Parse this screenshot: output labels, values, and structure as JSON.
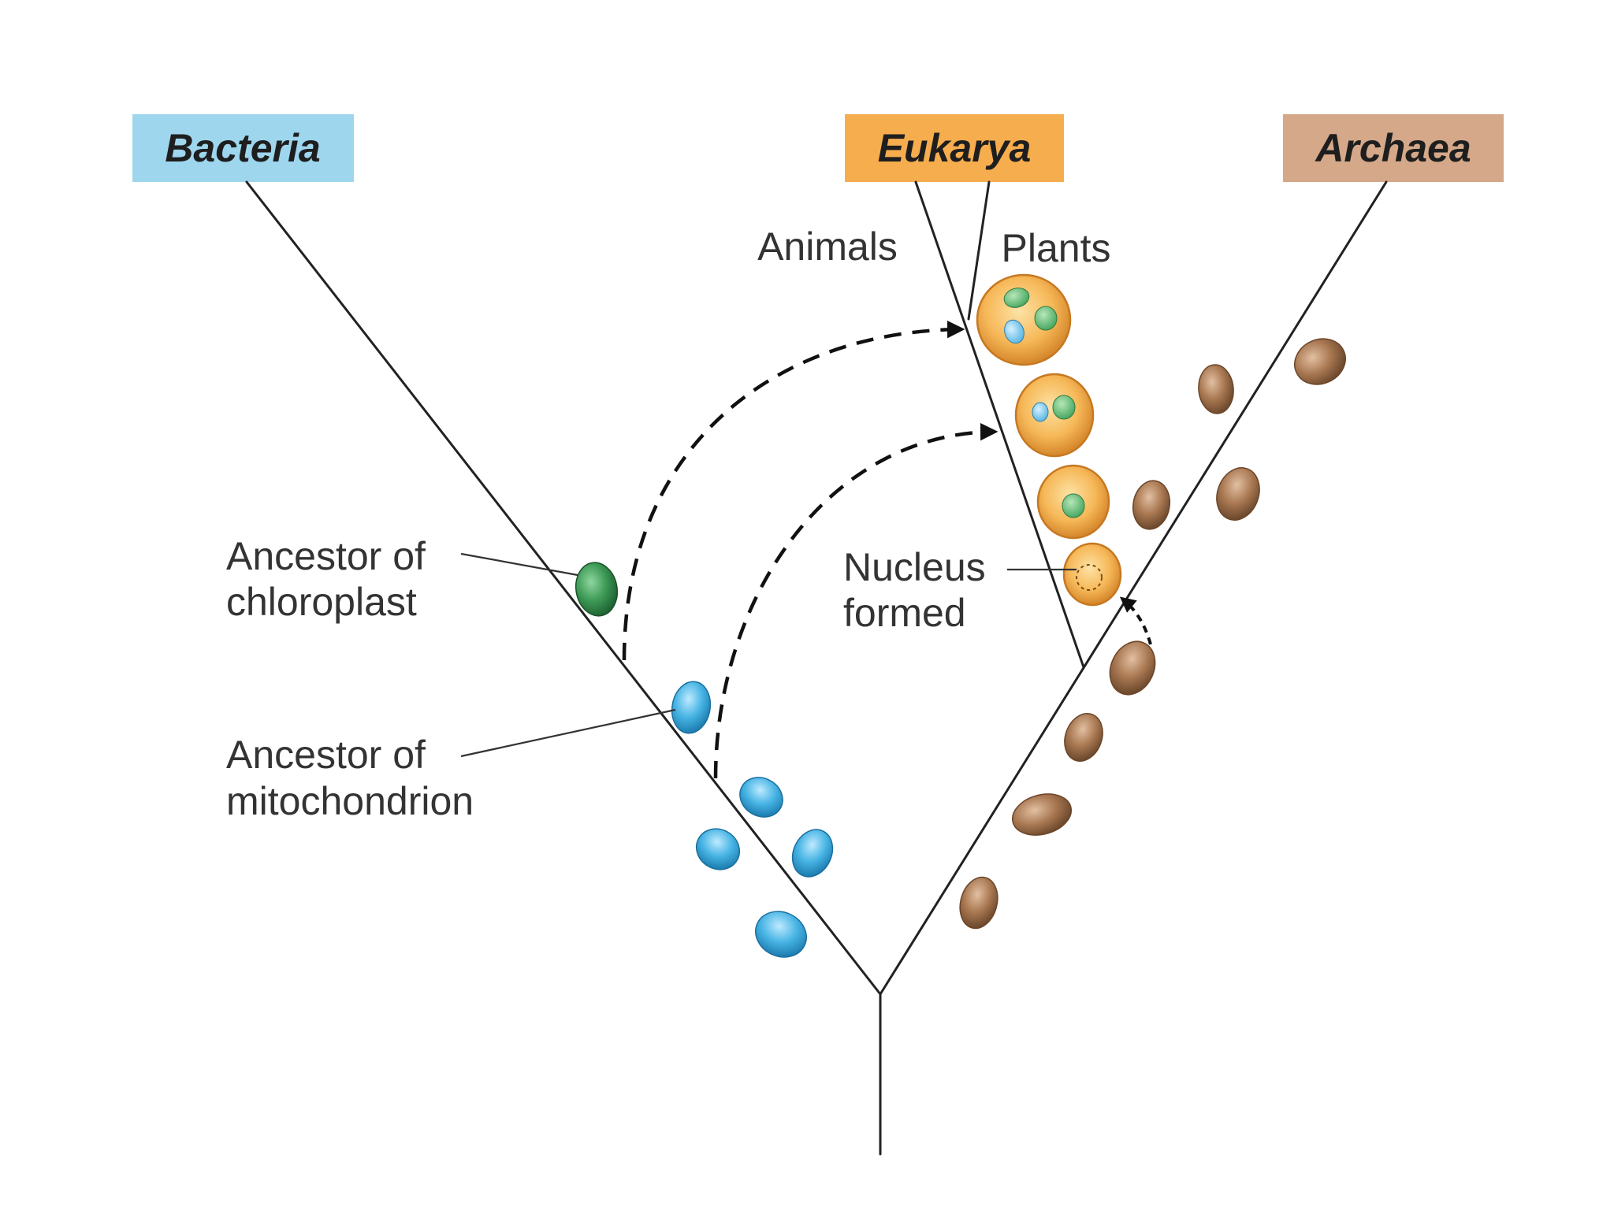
{
  "domains": {
    "bacteria": {
      "label": "Bacteria",
      "color": "#9ed6ee"
    },
    "eukarya": {
      "label": "Eukarya",
      "color": "#f6ad4e"
    },
    "archaea": {
      "label": "Archaea",
      "color": "#d4a889"
    }
  },
  "labels": {
    "animals": "Animals",
    "plants": "Plants",
    "chloroplast_ancestor": [
      "Ancestor of",
      "chloroplast"
    ],
    "mitochondrion_ancestor": [
      "Ancestor of",
      "mitochondrion"
    ],
    "nucleus": [
      "Nucleus",
      "formed"
    ]
  },
  "colors": {
    "bacteria_cell": "#47b4e4",
    "chloroplast_cell": "#3d9a56",
    "archaea_cell": "#a97852",
    "eukaryote_cell": "#f3a849"
  }
}
